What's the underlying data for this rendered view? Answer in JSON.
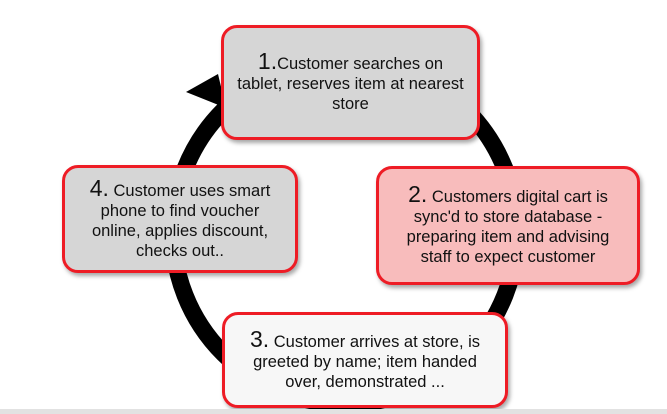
{
  "diagram": {
    "type": "cycle",
    "colors": {
      "border": "#ee1c25",
      "ring": "#000000",
      "step1_fill": "#d6d6d6",
      "step2_fill": "#f8bcbc",
      "step3_fill": "#f7f7f7",
      "step4_fill": "#d6d6d6"
    },
    "steps": [
      {
        "number": "1.",
        "text": "Customer searches on tablet, reserves item at nearest store"
      },
      {
        "number": "2.",
        "text": " Customers digital cart is sync'd to store database - preparing item and advising staff to expect customer"
      },
      {
        "number": "3.",
        "text": " Customer arrives at store, is greeted by name; item handed over, demonstrated ..."
      },
      {
        "number": "4.",
        "text": " Customer uses smart phone to find voucher online, applies discount, checks out.."
      }
    ]
  }
}
